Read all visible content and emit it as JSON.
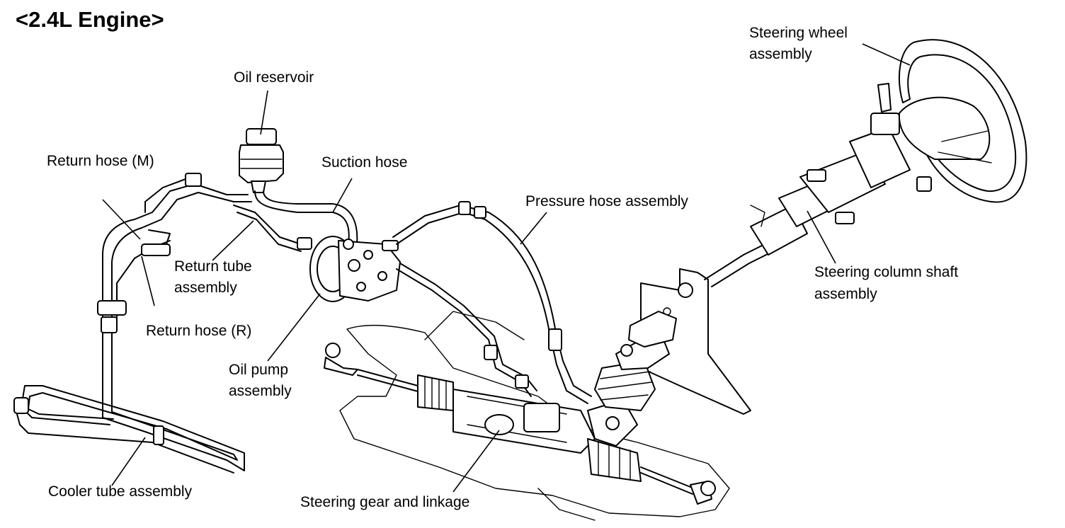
{
  "title": "<2.4L Engine>",
  "labels": {
    "oil_reservoir": "Oil reservoir",
    "return_hose_m": "Return hose (M)",
    "suction_hose": "Suction hose",
    "pressure_hose": "Pressure hose assembly",
    "steering_wheel_1": "Steering wheel",
    "steering_wheel_2": "assembly",
    "return_tube_1": "Return tube",
    "return_tube_2": "assembly",
    "return_hose_r": "Return hose (R)",
    "oil_pump_1": "Oil pump",
    "oil_pump_2": "assembly",
    "column_shaft_1": "Steering column shaft",
    "column_shaft_2": "assembly",
    "cooler_tube": "Cooler tube assembly",
    "steering_gear": "Steering gear and linkage"
  }
}
